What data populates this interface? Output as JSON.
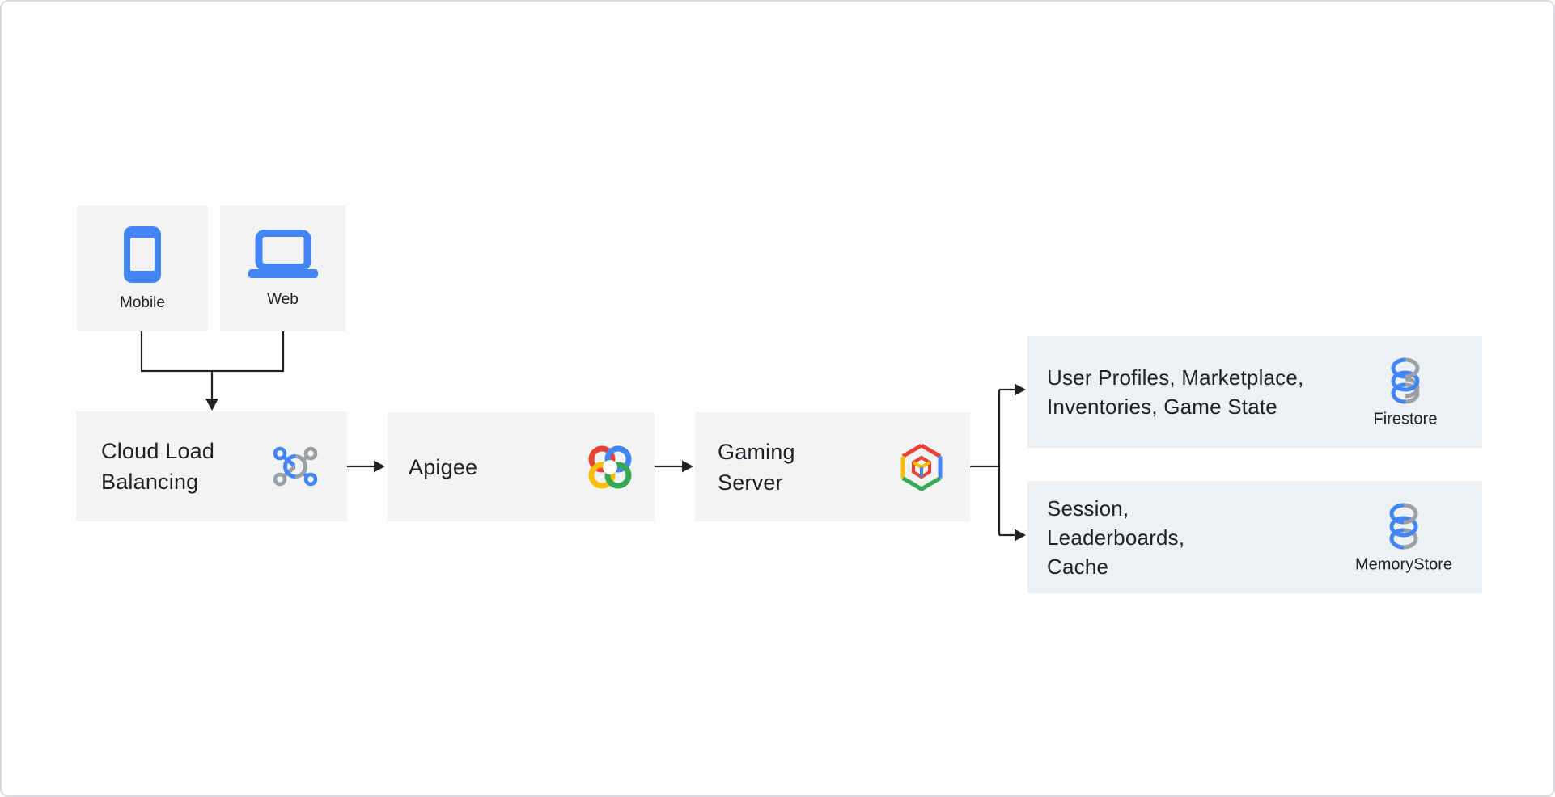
{
  "colors": {
    "canvas_bg": "#FFFFFF",
    "canvas_border": "#D9DBDF",
    "box_bg": "#F1F3F4",
    "dest_box_bg": "#EEF1F4",
    "line": "#212121",
    "text": "#202124",
    "blue": "#4285F4",
    "red": "#EA4335",
    "yellow": "#FBBC04",
    "green": "#34A853",
    "gray": "#9AA0A6"
  },
  "nodes": {
    "mobile": {
      "label": "Mobile",
      "icon": "smartphone-icon"
    },
    "web": {
      "label": "Web",
      "icon": "laptop-icon"
    },
    "cloud_load_balancing": {
      "line1": "Cloud Load",
      "line2": "Balancing",
      "icon": "cloud-load-balancing-icon"
    },
    "apigee": {
      "label": "Apigee",
      "icon": "apigee-icon"
    },
    "gaming_server": {
      "line1": "Gaming",
      "line2": "Server",
      "icon": "kubernetes-engine-icon"
    },
    "firestore": {
      "line1": "User Profiles, Marketplace,",
      "line2": "Inventories, Game State",
      "service": "Firestore",
      "icon": "firestore-database-icon"
    },
    "memorystore": {
      "line1": "Session,",
      "line2": "Leaderboards,",
      "line3": "Cache",
      "service": "MemoryStore",
      "icon": "memorystore-database-icon"
    }
  },
  "edges": [
    {
      "from": "Mobile",
      "to": "Cloud Load Balancing"
    },
    {
      "from": "Web",
      "to": "Cloud Load Balancing"
    },
    {
      "from": "Cloud Load Balancing",
      "to": "Apigee"
    },
    {
      "from": "Apigee",
      "to": "Gaming Server"
    },
    {
      "from": "Gaming Server",
      "to": "Firestore"
    },
    {
      "from": "Gaming Server",
      "to": "MemoryStore"
    }
  ]
}
